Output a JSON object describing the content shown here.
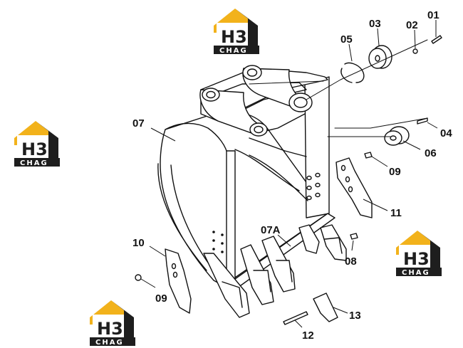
{
  "diagram": {
    "part_labels": [
      {
        "id": "p01",
        "text": "01"
      },
      {
        "id": "p02",
        "text": "02"
      },
      {
        "id": "p03",
        "text": "03"
      },
      {
        "id": "p04",
        "text": "04"
      },
      {
        "id": "p05",
        "text": "05"
      },
      {
        "id": "p06",
        "text": "06"
      },
      {
        "id": "p07",
        "text": "07"
      },
      {
        "id": "p07a",
        "text": "07A"
      },
      {
        "id": "p08",
        "text": "08"
      },
      {
        "id": "p09a",
        "text": "09"
      },
      {
        "id": "p09b",
        "text": "09"
      },
      {
        "id": "p10",
        "text": "10"
      },
      {
        "id": "p11",
        "text": "11"
      },
      {
        "id": "p12",
        "text": "12"
      },
      {
        "id": "p13",
        "text": "13"
      }
    ]
  },
  "watermark": {
    "main": "H3",
    "sub": "CHAG",
    "colors": {
      "yellow": "#f2b21b",
      "dark": "#1e1e1e"
    }
  },
  "colors": {
    "line": "#111111",
    "background": "#ffffff"
  }
}
